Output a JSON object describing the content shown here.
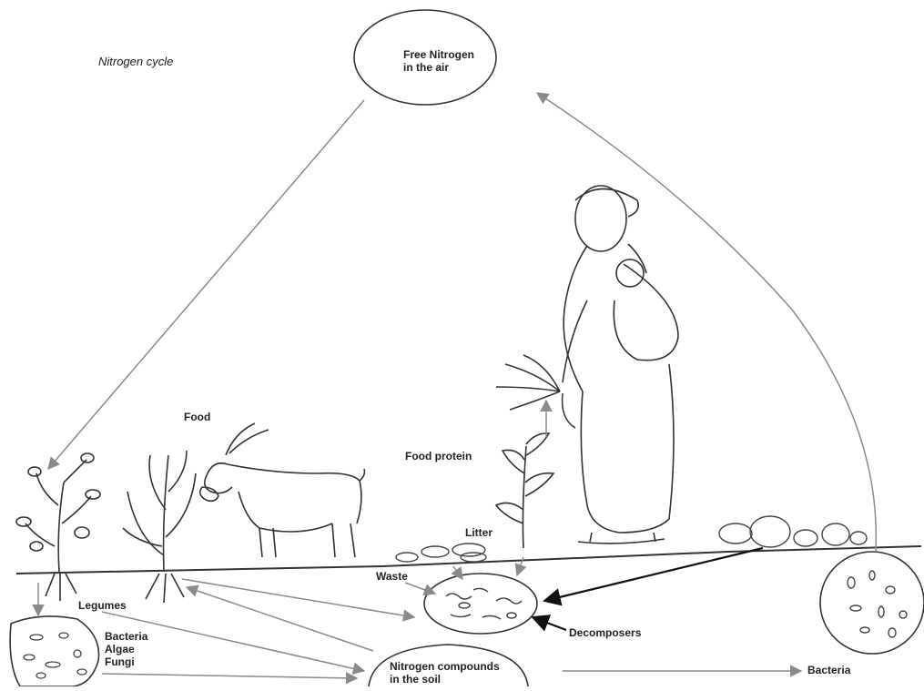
{
  "title": "Nitrogen cycle",
  "nodes": {
    "free_nitrogen": [
      "Free Nitrogen",
      "in the air"
    ],
    "soil_compounds": [
      "Nitrogen compounds",
      "in the soil"
    ]
  },
  "labels": {
    "food": "Food",
    "food_protein": "Food protein",
    "litter": "Litter",
    "waste": "Waste",
    "legumes": "Legumes",
    "bacteria_algae_fungi": [
      "Bacteria",
      "Algae",
      "Fungi"
    ],
    "decomposers": "Decomposers",
    "bacteria": "Bacteria"
  },
  "colors": {
    "ink": "#333333",
    "arrow": "#8a8a8a",
    "arrow_dark": "#111111"
  }
}
